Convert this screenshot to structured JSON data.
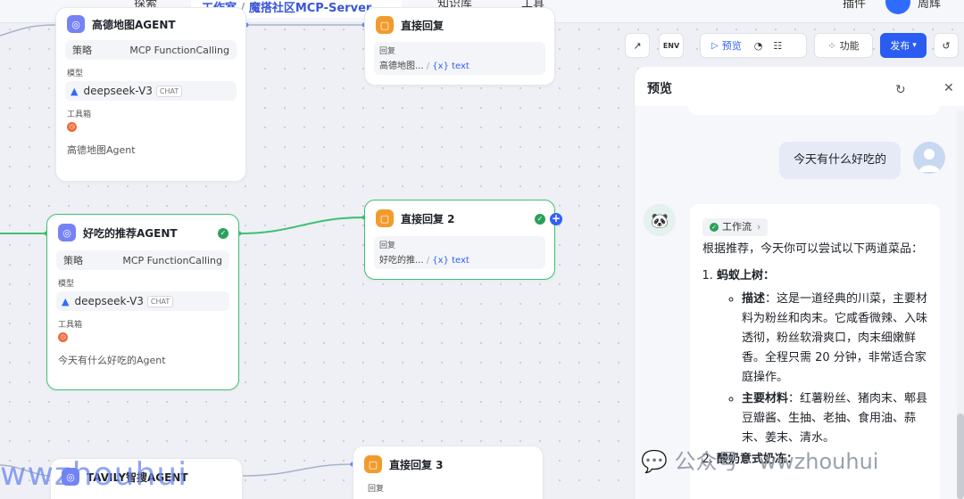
{
  "topbar": {
    "tab_explore": "探索",
    "tab_workspace": "工作室",
    "tab_project": "魔搭社区MCP-Server",
    "tab_knowledge": "知识库",
    "tab_tools": "工具",
    "plugin": "插件",
    "user": "周辉"
  },
  "nodes": {
    "gaode": {
      "title": "高德地图AGENT",
      "strategy_label": "策略",
      "strategy_value": "MCP FunctionCalling",
      "model_label": "模型",
      "model_name": "deepseek-V3",
      "model_chip": "CHAT",
      "tools_label": "工具箱",
      "desc": "高德地图Agent"
    },
    "food": {
      "title": "好吃的推荐AGENT",
      "strategy_label": "策略",
      "strategy_value": "MCP FunctionCalling",
      "model_label": "模型",
      "model_name": "deepseek-V3",
      "model_chip": "CHAT",
      "tools_label": "工具箱",
      "desc": "今天有什么好吃的Agent"
    },
    "tavily": {
      "title": "TAVILY智搜AGENT"
    },
    "reply1": {
      "title": "直接回复",
      "label": "回复",
      "source": "高德地图...",
      "var": "{x} text"
    },
    "reply2": {
      "title": "直接回复 2",
      "label": "回复",
      "source": "好吃的推...",
      "var": "{x} text"
    },
    "reply3": {
      "title": "直接回复 3",
      "label": "回复"
    }
  },
  "toolbar": {
    "preview": "预览",
    "features": "功能",
    "publish": "发布"
  },
  "panel": {
    "title": "预览",
    "user_message": "今天有什么好吃的",
    "workflow_chip": "工作流",
    "answer_intro": "根据推荐，今天你可以尝试以下两道菜品：",
    "dish1_name": "蚂蚁上树",
    "dish1_desc_label": "描述",
    "dish1_desc": "：这是一道经典的川菜，主要材料为粉丝和肉末。它咸香微辣、入味透彻，粉丝软滑爽口，肉末细嫩鲜香。全程只需 20 分钟，非常适合家庭操作。",
    "dish1_ing_label": "主要材料",
    "dish1_ing": "：红薯粉丝、猪肉末、郫县豆瓣酱、生抽、老抽、食用油、蒜末、姜末、清水。",
    "dish2_name": "酸奶意式奶冻："
  },
  "watermark": {
    "left": "wwzhouhui",
    "right": "公众号 · wwzhouhui"
  },
  "colors": {
    "accent": "#2b5cf2",
    "success": "#2aa159",
    "agent_icon": "#7683f5",
    "reply_icon": "#f29b2d",
    "selected_border": "#3fbf73"
  }
}
